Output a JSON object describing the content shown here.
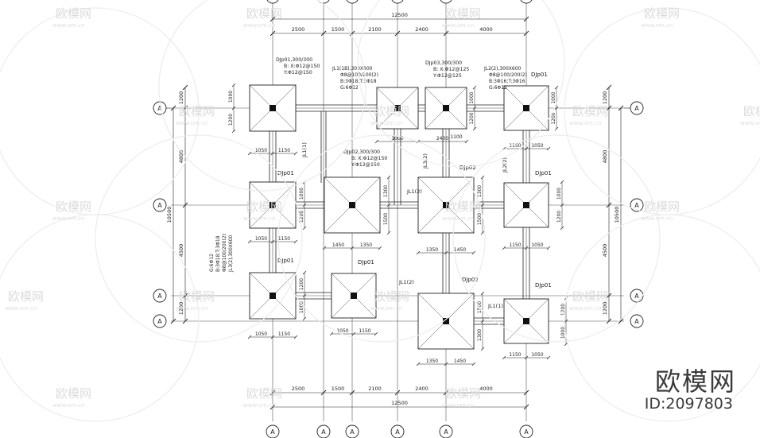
{
  "drawing": {
    "axis_label": "A",
    "overall_length": "12500",
    "overall_height": "10500",
    "top_dims": [
      "2500",
      "1500",
      "2100",
      "2400",
      "4000"
    ],
    "bottom_dims": [
      "2500",
      "1500",
      "2100",
      "2400",
      "4000"
    ],
    "left_dims": [
      "1200",
      "4800",
      "4500",
      "1200"
    ],
    "right_dims": [
      "1200",
      "4800",
      "4500",
      "1200"
    ],
    "footings": [
      {
        "tag": "DJp01",
        "spec": [
          "DJp01,300/300",
          "B:  X:Φ12@150",
          "Y:Φ12@150"
        ],
        "dims_h": [
          "1050",
          "1150"
        ],
        "dims_v": [
          "1000",
          "1200"
        ]
      },
      {
        "tag": "DJp01",
        "dims_h": [
          "1050",
          "1150"
        ],
        "dims_v": [
          "1000",
          "1200"
        ]
      },
      {
        "tag": "DJp01",
        "dims_h": [
          "1050",
          "1150"
        ],
        "dims_v": [
          "1200",
          "1000"
        ]
      },
      {
        "tag": "DJp01",
        "dims_h": [
          "1050",
          "1150"
        ],
        "dims_v": [
          "1200",
          "1000"
        ]
      },
      {
        "tag": "DJp02",
        "spec": [
          "DJp02,300/300",
          "B:  X:Φ12@150",
          "Y:Φ12@150"
        ],
        "dims_h": [
          "1450",
          "1350"
        ],
        "dims_v": [
          "1300",
          "1500"
        ]
      },
      {
        "tag": "DJp02",
        "dims_h": [
          "1350",
          "1450"
        ],
        "dims_v": [
          "1300",
          "1500"
        ]
      },
      {
        "tag": "DJp02",
        "dims_h": [
          "1350",
          "1450"
        ],
        "dims_v": [
          "1500",
          "1300"
        ]
      },
      {
        "tag": "DJp03",
        "spec": [
          "DJp03,300/300",
          "B:  X:Φ12@125",
          "Y:Φ12@125"
        ],
        "dims_h": [
          "1000",
          "2400",
          "1100"
        ],
        "dims_v": [
          "1000",
          "1200"
        ]
      },
      {
        "tag": "DJp01",
        "dims_h": [
          "1150",
          "1050"
        ],
        "dims_v": [
          "1000",
          "1200"
        ]
      },
      {
        "tag": "DJp01",
        "dims_h": [
          "1150",
          "1050"
        ],
        "dims_v": [
          "1000",
          "1200"
        ]
      },
      {
        "tag": "DJp01",
        "dims_h": [
          "1150",
          "1050"
        ],
        "dims_v": [
          "1200",
          "1000"
        ]
      }
    ],
    "beams": {
      "jl1_1B": [
        "JL1(1B),300X600",
        "Φ8@100/200(2)",
        "B:3Φ18;T:3Φ18",
        "G:6Φ12"
      ],
      "jl2": [
        "JL2(2),300X600",
        "Φ8@100/200(2)",
        "B:3Φ16;T:3Φ16",
        "G:6Φ12"
      ],
      "jl3": [
        "JL3(2),300X600",
        "Φ8@100/200(2)",
        "B:3Φ18;T:3Φ18",
        "G:6Φ12"
      ],
      "jl1": "JL1(1)",
      "jl1_2": "JL1(2)",
      "jl2_short": "JL2(2)",
      "jl3_short": "JL3(2)"
    },
    "watermark_url": "www.om.cn",
    "watermark_brand": "欧模网",
    "watermark_id": "ID:2097803"
  }
}
